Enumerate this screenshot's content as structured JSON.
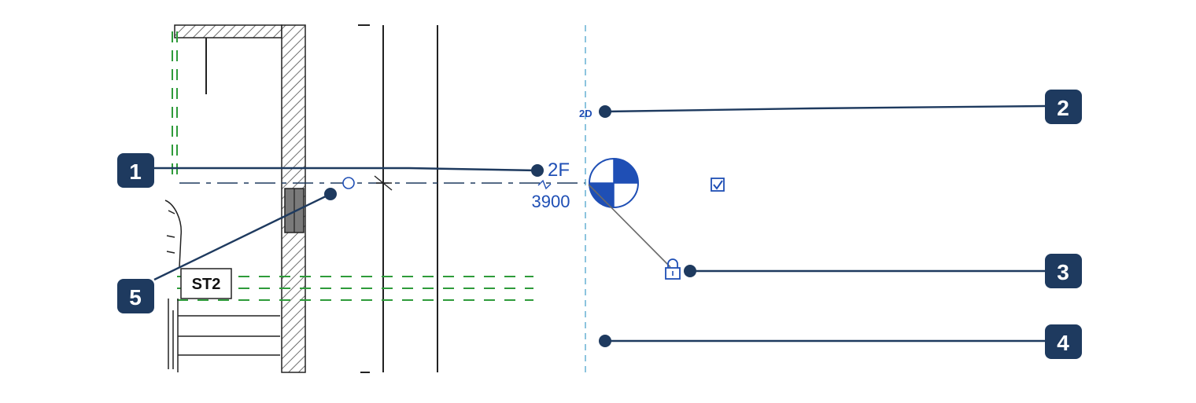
{
  "level": {
    "name": "2F",
    "elevation": "3900",
    "view_tag": "2D"
  },
  "room_tag": "ST2",
  "callouts": [
    {
      "number": "1"
    },
    {
      "number": "2"
    },
    {
      "number": "3"
    },
    {
      "number": "4"
    },
    {
      "number": "5"
    }
  ],
  "colors": {
    "callout_fill": "#1e3a5f",
    "leader": "#1e3a5f",
    "revit_blue": "#1f4fb5",
    "extent_line": "#6fb6d6",
    "green_dash": "#2e9b3a",
    "drawing_line": "#222222"
  }
}
